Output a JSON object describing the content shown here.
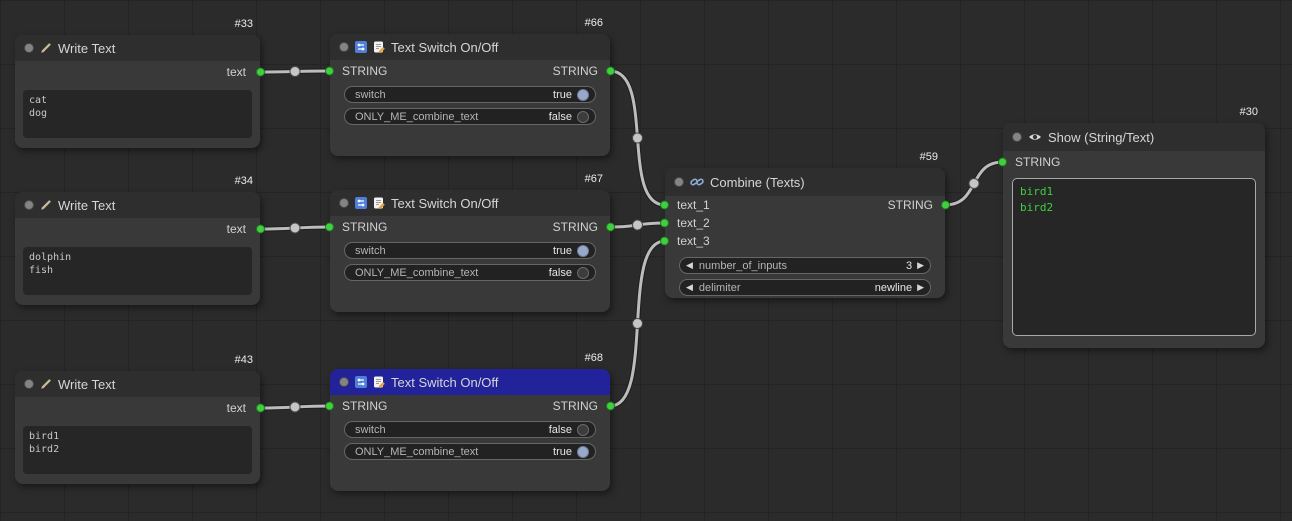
{
  "canvas": {
    "background": "#2b2b2b",
    "grid_line": "#242424"
  },
  "colors": {
    "slot_string": "#3fcf3f",
    "link": "#bcbcbc",
    "selected_title": "#22229a",
    "show_text_green": "#3fcf3f",
    "toggle_on": "#98a8c8",
    "node_body": "#393939",
    "node_title": "#2e2e2e"
  },
  "nodes": {
    "write_33": {
      "id": "#33",
      "title": "Write Text",
      "output": "text",
      "text": "cat\ndog"
    },
    "write_34": {
      "id": "#34",
      "title": "Write Text",
      "output": "text",
      "text": "dolphin\nfish"
    },
    "write_43": {
      "id": "#43",
      "title": "Write Text",
      "output": "text",
      "text": "bird1\nbird2"
    },
    "switch_66": {
      "id": "#66",
      "title": "Text Switch On/Off",
      "input": "STRING",
      "output": "STRING",
      "switch_label": "switch",
      "switch_value": "true",
      "combine_label": "ONLY_ME_combine_text",
      "combine_value": "false"
    },
    "switch_67": {
      "id": "#67",
      "title": "Text Switch On/Off",
      "input": "STRING",
      "output": "STRING",
      "switch_label": "switch",
      "switch_value": "true",
      "combine_label": "ONLY_ME_combine_text",
      "combine_value": "false"
    },
    "switch_68": {
      "id": "#68",
      "title": "Text Switch On/Off",
      "input": "STRING",
      "output": "STRING",
      "switch_label": "switch",
      "switch_value": "false",
      "combine_label": "ONLY_ME_combine_text",
      "combine_value": "true",
      "selected": true
    },
    "combine_59": {
      "id": "#59",
      "title": "Combine (Texts)",
      "inputs": [
        "text_1",
        "text_2",
        "text_3"
      ],
      "output": "STRING",
      "number_label": "number_of_inputs",
      "number_value": "3",
      "delimiter_label": "delimiter",
      "delimiter_value": "newline"
    },
    "show_30": {
      "id": "#30",
      "title": "Show (String/Text)",
      "input": "STRING",
      "text": "bird1\nbird2"
    }
  }
}
